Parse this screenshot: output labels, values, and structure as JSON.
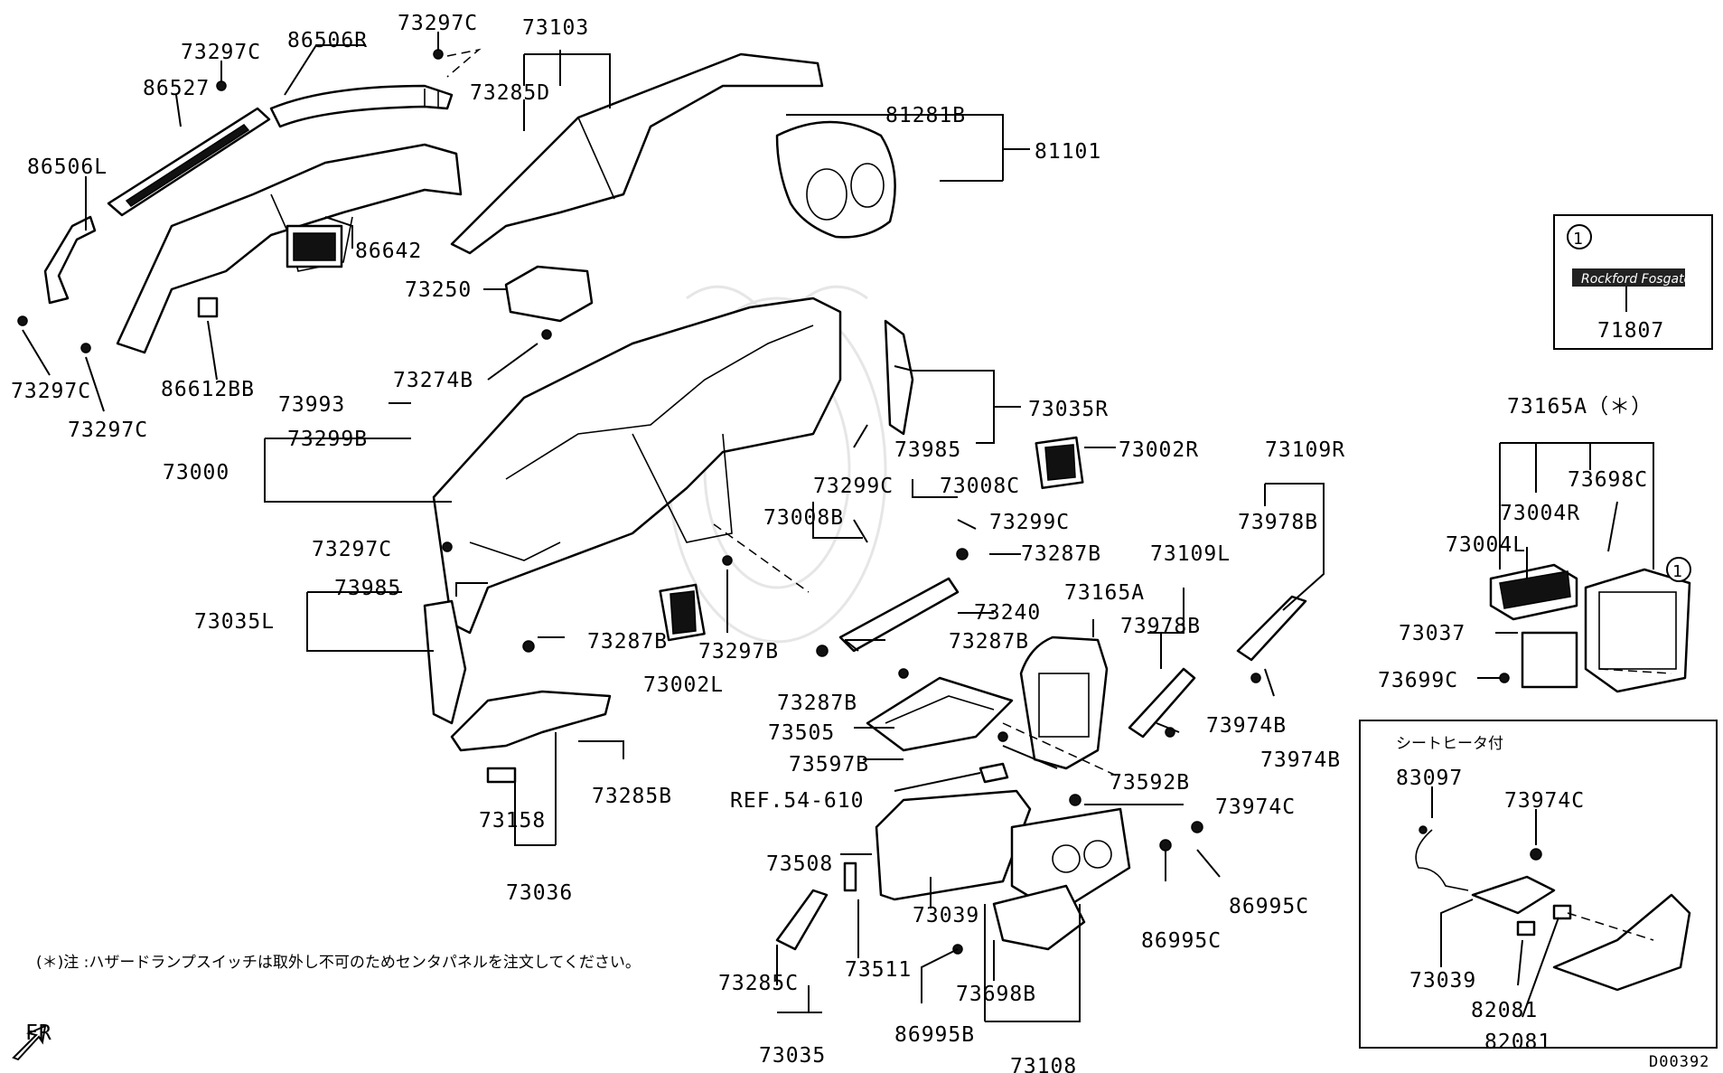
{
  "diagram_code": "D00392",
  "front_indicator": "FR",
  "footnote": "(＊)注 :ハザードランプスイッチは取外し不可のためセンタパネルを注文してください。",
  "inset_badge": {
    "marker": "1",
    "logo_text": "Rockford Fosgate",
    "part": "71807"
  },
  "side_marker": "1",
  "seat_heater_box": {
    "title": "シートヒータ付",
    "parts": [
      "83097",
      "73974C",
      "73039",
      "82081",
      "82081"
    ]
  },
  "labels": {
    "p73297c_top": "73297C",
    "p73103": "73103",
    "p73297c_2": "73297C",
    "p86506r": "86506R",
    "p86527": "86527",
    "p73285d": "73285D",
    "p81281b": "81281B",
    "p81101": "81101",
    "p86506l": "86506L",
    "p86642": "86642",
    "p73250": "73250",
    "p73297c_l1": "73297C",
    "p73297c_l2": "73297C",
    "p86612bb": "86612BB",
    "p73274b": "73274B",
    "p73993": "73993",
    "p73299b": "73299B",
    "p73000": "73000",
    "p73035r": "73035R",
    "p73985_r": "73985",
    "p73002r": "73002R",
    "p73109r": "73109R",
    "p73165a_star": "73165A（＊）",
    "p73698c_r": "73698C",
    "p73004r": "73004R",
    "p73004l": "73004L",
    "p73037": "73037",
    "p73699c": "73699C",
    "p73299c_1": "73299C",
    "p73008c": "73008C",
    "p73008b": "73008B",
    "p73299c_2": "73299C",
    "p73287b_1": "73287B",
    "p73297c_mid": "73297C",
    "p73985_l": "73985",
    "p73035l": "73035L",
    "p73240": "73240",
    "p73109l": "73109L",
    "p73978b_r": "73978B",
    "p73165a": "73165A",
    "p73978b_l": "73978B",
    "p73287b_2": "73287B",
    "p73297b": "73297B",
    "p73002l": "73002L",
    "p73287b_3": "73287B",
    "p73287b_4": "73287B",
    "p73505": "73505",
    "p73974b_1": "73974B",
    "p73974b_2": "73974B",
    "p73597b": "73597B",
    "p73592b": "73592B",
    "p73285b": "73285B",
    "p73158": "73158",
    "p73036": "73036",
    "p_ref": "REF.54-610",
    "p73974c": "73974C",
    "p73508": "73508",
    "p86995c_1": "86995C",
    "p73039": "73039",
    "p86995c_2": "86995C",
    "p73511": "73511",
    "p73285c": "73285C",
    "p73698b": "73698B",
    "p86995b": "86995B",
    "p73035": "73035",
    "p73108": "73108"
  }
}
